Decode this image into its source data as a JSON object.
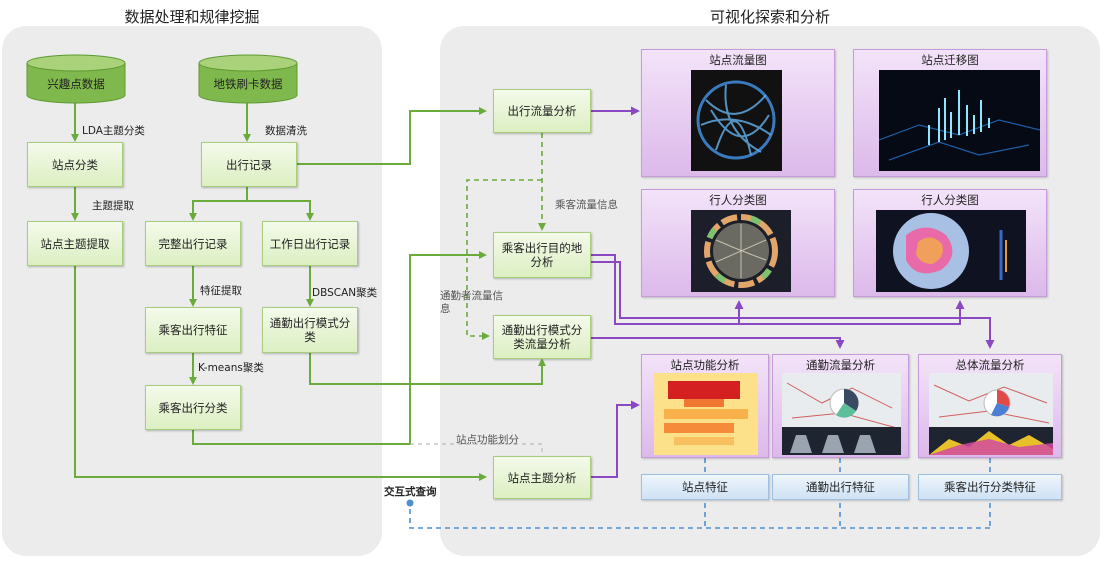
{
  "sections": {
    "left_title": "数据处理和规律挖掘",
    "right_title": "可视化探索和分析"
  },
  "sources": {
    "poi": "兴趣点数据",
    "metro": "地铁刷卡数据"
  },
  "nodes": {
    "station_classify": "站点分类",
    "station_topic": "站点主题提取",
    "trip_record": "出行记录",
    "complete_trip": "完整出行记录",
    "weekday_trip": "工作日出行记录",
    "passenger_feature": "乘客出行特征",
    "commute_pattern": "通勤出行模式分类",
    "passenger_classify": "乘客出行分类",
    "flow_analysis": "出行流量分析",
    "destination_analysis": "乘客出行目的地分析",
    "commute_flow_analysis": "通勤出行模式分类流量分析",
    "station_topic_analysis": "站点主题分析"
  },
  "edge_labels": {
    "lda": "LDA主题分类",
    "topic_extract": "主题提取",
    "data_clean": "数据清洗",
    "feature_extract": "特征提取",
    "dbscan": "DBSCAN聚类",
    "kmeans": "K-means聚类",
    "passenger_flow_info": "乘客流量信息",
    "commute_flow_info": "通勤者流量信息",
    "station_function_div": "站点功能划分",
    "interactive_query": "交互式查询"
  },
  "viz": {
    "station_flow": "站点流量图",
    "station_migration": "站点迁移图",
    "pedestrian_classify_1": "行人分类图",
    "pedestrian_classify_2": "行人分类图",
    "station_function": "站点功能分析",
    "commute_flow": "通勤流量分析",
    "total_flow": "总体流量分析"
  },
  "features": {
    "station": "站点特征",
    "commute": "通勤出行特征",
    "passenger": "乘客出行分类特征"
  },
  "colors": {
    "green_arrow": "#6aab3c",
    "purple_arrow": "#8a48c2",
    "blue_dash": "#4e8fd0"
  }
}
